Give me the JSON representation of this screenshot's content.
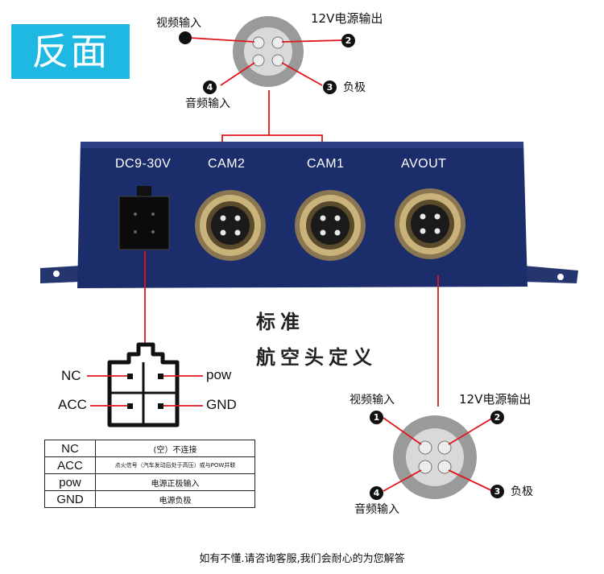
{
  "badge": {
    "label": "反面"
  },
  "top_connector": {
    "video_in": "视频输入",
    "power_out": "12V电源输出",
    "audio_in": "音频输入",
    "negative": "负极",
    "num2": "2",
    "num3": "3",
    "num4": "4"
  },
  "device": {
    "dc_label": "DC9-30V",
    "cam2": "CAM2",
    "cam1": "CAM1",
    "avout": "AVOUT"
  },
  "standard_title": {
    "line1": "标准",
    "line2": "航空头定义"
  },
  "plug_pins": {
    "nc": "NC",
    "pow": "pow",
    "acc": "ACC",
    "gnd": "GND"
  },
  "bottom_connector": {
    "video_in": "视频输入",
    "power_out": "12V电源输出",
    "audio_in": "音频输入",
    "negative": "负极",
    "num1": "1",
    "num2": "2",
    "num3": "3",
    "num4": "4"
  },
  "pin_table": {
    "rows": [
      {
        "key": "NC",
        "desc": "(空）不连接"
      },
      {
        "key": "ACC",
        "desc": "点火信号（汽车发动后处于高压）或与POW并联"
      },
      {
        "key": "pow",
        "desc": "电源正极输入"
      },
      {
        "key": "GND",
        "desc": "电源负极"
      }
    ]
  },
  "footer": {
    "text": "如有不懂.请咨询客服,我们会耐心的为您解答"
  },
  "colors": {
    "badge": "#1fb8e3",
    "device": "#1b2d6b",
    "wire": "#e0161b",
    "metal": "#b89a5e"
  }
}
